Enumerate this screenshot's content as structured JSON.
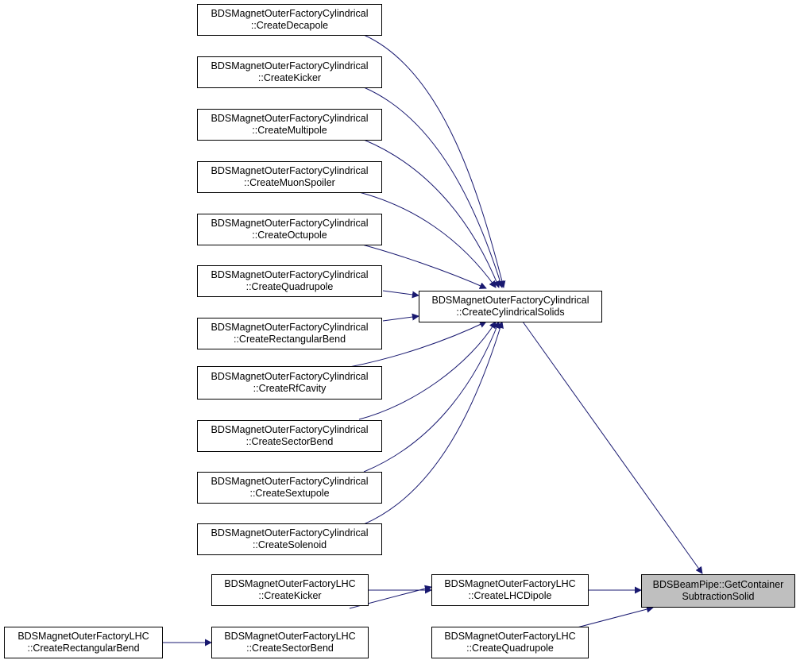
{
  "colors": {
    "edge": "#191970",
    "focus_fill": "#bfbfbf",
    "border": "#000000"
  },
  "nodes": {
    "decapole": {
      "line1": "BDSMagnetOuterFactoryCylindrical",
      "line2": "::CreateDecapole"
    },
    "kicker": {
      "line1": "BDSMagnetOuterFactoryCylindrical",
      "line2": "::CreateKicker"
    },
    "multipole": {
      "line1": "BDSMagnetOuterFactoryCylindrical",
      "line2": "::CreateMultipole"
    },
    "muon": {
      "line1": "BDSMagnetOuterFactoryCylindrical",
      "line2": "::CreateMuonSpoiler"
    },
    "octupole": {
      "line1": "BDSMagnetOuterFactoryCylindrical",
      "line2": "::CreateOctupole"
    },
    "quadrupole": {
      "line1": "BDSMagnetOuterFactoryCylindrical",
      "line2": "::CreateQuadrupole"
    },
    "rectbend": {
      "line1": "BDSMagnetOuterFactoryCylindrical",
      "line2": "::CreateRectangularBend"
    },
    "rfcavity": {
      "line1": "BDSMagnetOuterFactoryCylindrical",
      "line2": "::CreateRfCavity"
    },
    "sectorbend": {
      "line1": "BDSMagnetOuterFactoryCylindrical",
      "line2": "::CreateSectorBend"
    },
    "sextupole": {
      "line1": "BDSMagnetOuterFactoryCylindrical",
      "line2": "::CreateSextupole"
    },
    "solenoid": {
      "line1": "BDSMagnetOuterFactoryCylindrical",
      "line2": "::CreateSolenoid"
    },
    "cylsolids": {
      "line1": "BDSMagnetOuterFactoryCylindrical",
      "line2": "::CreateCylindricalSolids"
    },
    "lhckicker": {
      "line1": "BDSMagnetOuterFactoryLHC",
      "line2": "::CreateKicker"
    },
    "lhcdipole": {
      "line1": "BDSMagnetOuterFactoryLHC",
      "line2": "::CreateLHCDipole"
    },
    "lhcrect": {
      "line1": "BDSMagnetOuterFactoryLHC",
      "line2": "::CreateRectangularBend"
    },
    "lhcsector": {
      "line1": "BDSMagnetOuterFactoryLHC",
      "line2": "::CreateSectorBend"
    },
    "lhcquad": {
      "line1": "BDSMagnetOuterFactoryLHC",
      "line2": "::CreateQuadrupole"
    },
    "target": {
      "line1": "BDSBeamPipe::GetContainer",
      "line2": "SubtractionSolid"
    }
  }
}
